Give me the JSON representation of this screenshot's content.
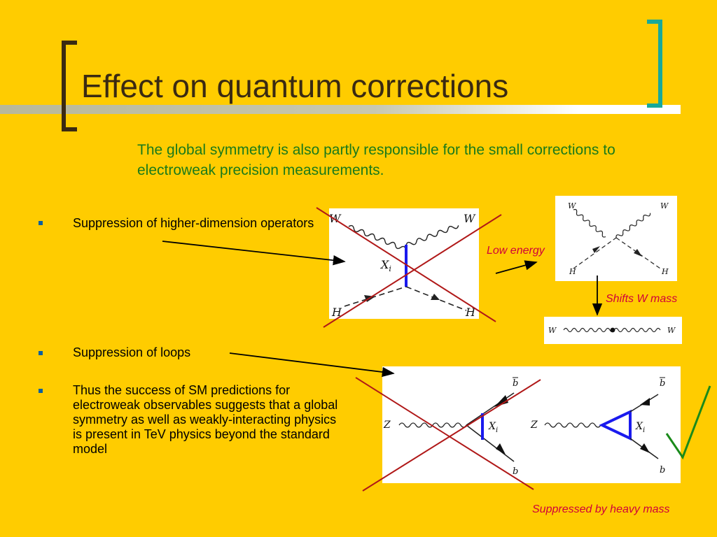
{
  "slide": {
    "title": "Effect on quantum corrections",
    "intro": "The global symmetry is also partly responsible for the small corrections to electroweak precision measurements.",
    "bullets": [
      "Suppression of higher-dimension operators",
      "Suppression of loops",
      "Thus the success of SM predictions for electroweak observables suggests that a global symmetry as well as weakly-interacting physics is present in TeV physics beyond the standard model"
    ],
    "notes": {
      "low_energy": "Low energy",
      "shifts_w_mass": "Shifts W mass",
      "suppressed": "Suppressed by heavy mass"
    },
    "diagram_labels": {
      "w": "W",
      "h": "H",
      "xi": "X",
      "xi_sub": "i",
      "z": "Z",
      "b": "b",
      "bbar": "b"
    }
  },
  "colors": {
    "background": "#FFCC00",
    "title": "#3a2a12",
    "intro": "#1a7a1a",
    "note": "#d0003a",
    "cross": "#b01818",
    "check": "#1a8a1a",
    "heavy_line": "#1a1aee"
  }
}
